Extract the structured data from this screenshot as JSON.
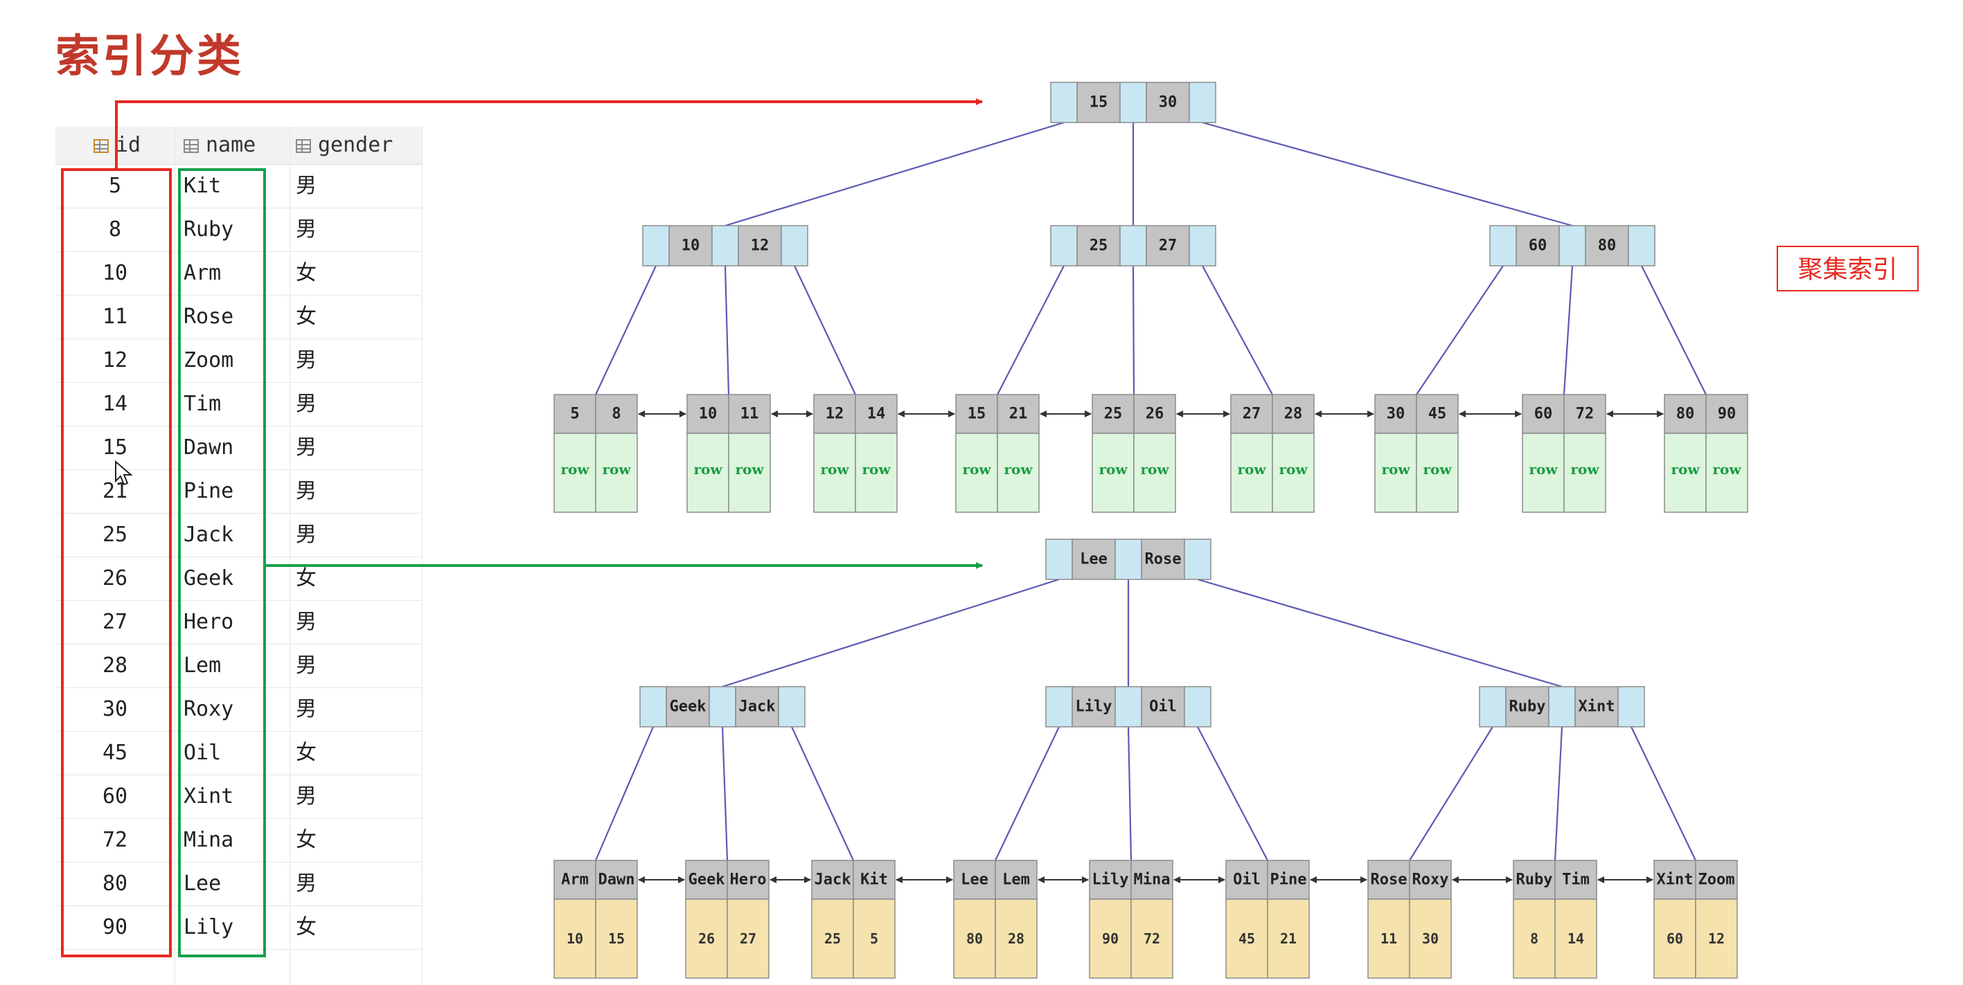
{
  "title": "索引分类",
  "badge": "聚集索引",
  "table": {
    "headers": [
      "id",
      "name",
      "gender"
    ],
    "rows": [
      [
        "5",
        "Kit",
        "男"
      ],
      [
        "8",
        "Ruby",
        "男"
      ],
      [
        "10",
        "Arm",
        "女"
      ],
      [
        "11",
        "Rose",
        "女"
      ],
      [
        "12",
        "Zoom",
        "男"
      ],
      [
        "14",
        "Tim",
        "男"
      ],
      [
        "15",
        "Dawn",
        "男"
      ],
      [
        "21",
        "Pine",
        "男"
      ],
      [
        "25",
        "Jack",
        "男"
      ],
      [
        "26",
        "Geek",
        "女"
      ],
      [
        "27",
        "Hero",
        "男"
      ],
      [
        "28",
        "Lem",
        "男"
      ],
      [
        "30",
        "Roxy",
        "男"
      ],
      [
        "45",
        "Oil",
        "女"
      ],
      [
        "60",
        "Xint",
        "男"
      ],
      [
        "72",
        "Mina",
        "女"
      ],
      [
        "80",
        "Lee",
        "男"
      ],
      [
        "90",
        "Lily",
        "女"
      ]
    ]
  },
  "clustered": {
    "root": [
      "15",
      "30"
    ],
    "internal": [
      [
        "10",
        "12"
      ],
      [
        "25",
        "27"
      ],
      [
        "60",
        "80"
      ]
    ],
    "leaves": [
      {
        "keys": [
          "5",
          "8"
        ],
        "vals": [
          "row",
          "row"
        ]
      },
      {
        "keys": [
          "10",
          "11"
        ],
        "vals": [
          "row",
          "row"
        ]
      },
      {
        "keys": [
          "12",
          "14"
        ],
        "vals": [
          "row",
          "row"
        ]
      },
      {
        "keys": [
          "15",
          "21"
        ],
        "vals": [
          "row",
          "row"
        ]
      },
      {
        "keys": [
          "25",
          "26"
        ],
        "vals": [
          "row",
          "row"
        ]
      },
      {
        "keys": [
          "27",
          "28"
        ],
        "vals": [
          "row",
          "row"
        ]
      },
      {
        "keys": [
          "30",
          "45"
        ],
        "vals": [
          "row",
          "row"
        ]
      },
      {
        "keys": [
          "60",
          "72"
        ],
        "vals": [
          "row",
          "row"
        ]
      },
      {
        "keys": [
          "80",
          "90"
        ],
        "vals": [
          "row",
          "row"
        ]
      }
    ]
  },
  "secondary": {
    "root": [
      "Lee",
      "Rose"
    ],
    "internal": [
      [
        "Geek",
        "Jack"
      ],
      [
        "Lily",
        "Oil"
      ],
      [
        "Ruby",
        "Xint"
      ]
    ],
    "leaves": [
      {
        "keys": [
          "Arm",
          "Dawn"
        ],
        "vals": [
          "10",
          "15"
        ]
      },
      {
        "keys": [
          "Geek",
          "Hero"
        ],
        "vals": [
          "26",
          "27"
        ]
      },
      {
        "keys": [
          "Jack",
          "Kit"
        ],
        "vals": [
          "25",
          "5"
        ]
      },
      {
        "keys": [
          "Lee",
          "Lem"
        ],
        "vals": [
          "80",
          "28"
        ]
      },
      {
        "keys": [
          "Lily",
          "Mina"
        ],
        "vals": [
          "90",
          "72"
        ]
      },
      {
        "keys": [
          "Oil",
          "Pine"
        ],
        "vals": [
          "45",
          "21"
        ]
      },
      {
        "keys": [
          "Rose",
          "Roxy"
        ],
        "vals": [
          "11",
          "30"
        ]
      },
      {
        "keys": [
          "Ruby",
          "Tim"
        ],
        "vals": [
          "8",
          "14"
        ]
      },
      {
        "keys": [
          "Xint",
          "Zoom"
        ],
        "vals": [
          "60",
          "12"
        ]
      }
    ]
  },
  "colors": {
    "pointer_cell": "#c9e7f2",
    "key_cell": "#c4c4c4",
    "row_cell": "#ddf4dd",
    "value_cell": "#f5e2ad",
    "edge": "#5a5ab4",
    "red": "#e8281e",
    "green": "#13a14a"
  }
}
